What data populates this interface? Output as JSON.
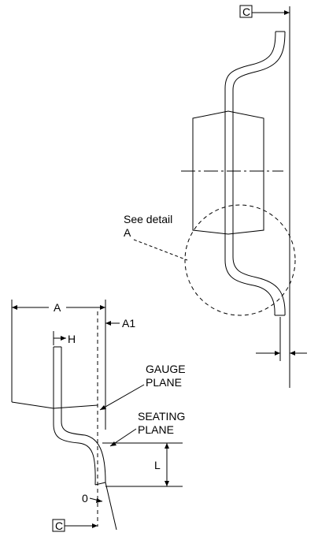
{
  "labels": {
    "datum_top": "C",
    "datum_bottom": "C",
    "see_detail_line1": "See detail",
    "see_detail_line2": "A",
    "dim_A": "A",
    "dim_A1": "A1",
    "dim_H": "H",
    "gauge_line1": "GAUGE",
    "gauge_line2": "PLANE",
    "seating_line1": "SEATING",
    "seating_line2": "PLANE",
    "dim_L": "L",
    "angle_0": "0"
  },
  "colors": {
    "stroke": "#000000",
    "background": "#ffffff"
  }
}
